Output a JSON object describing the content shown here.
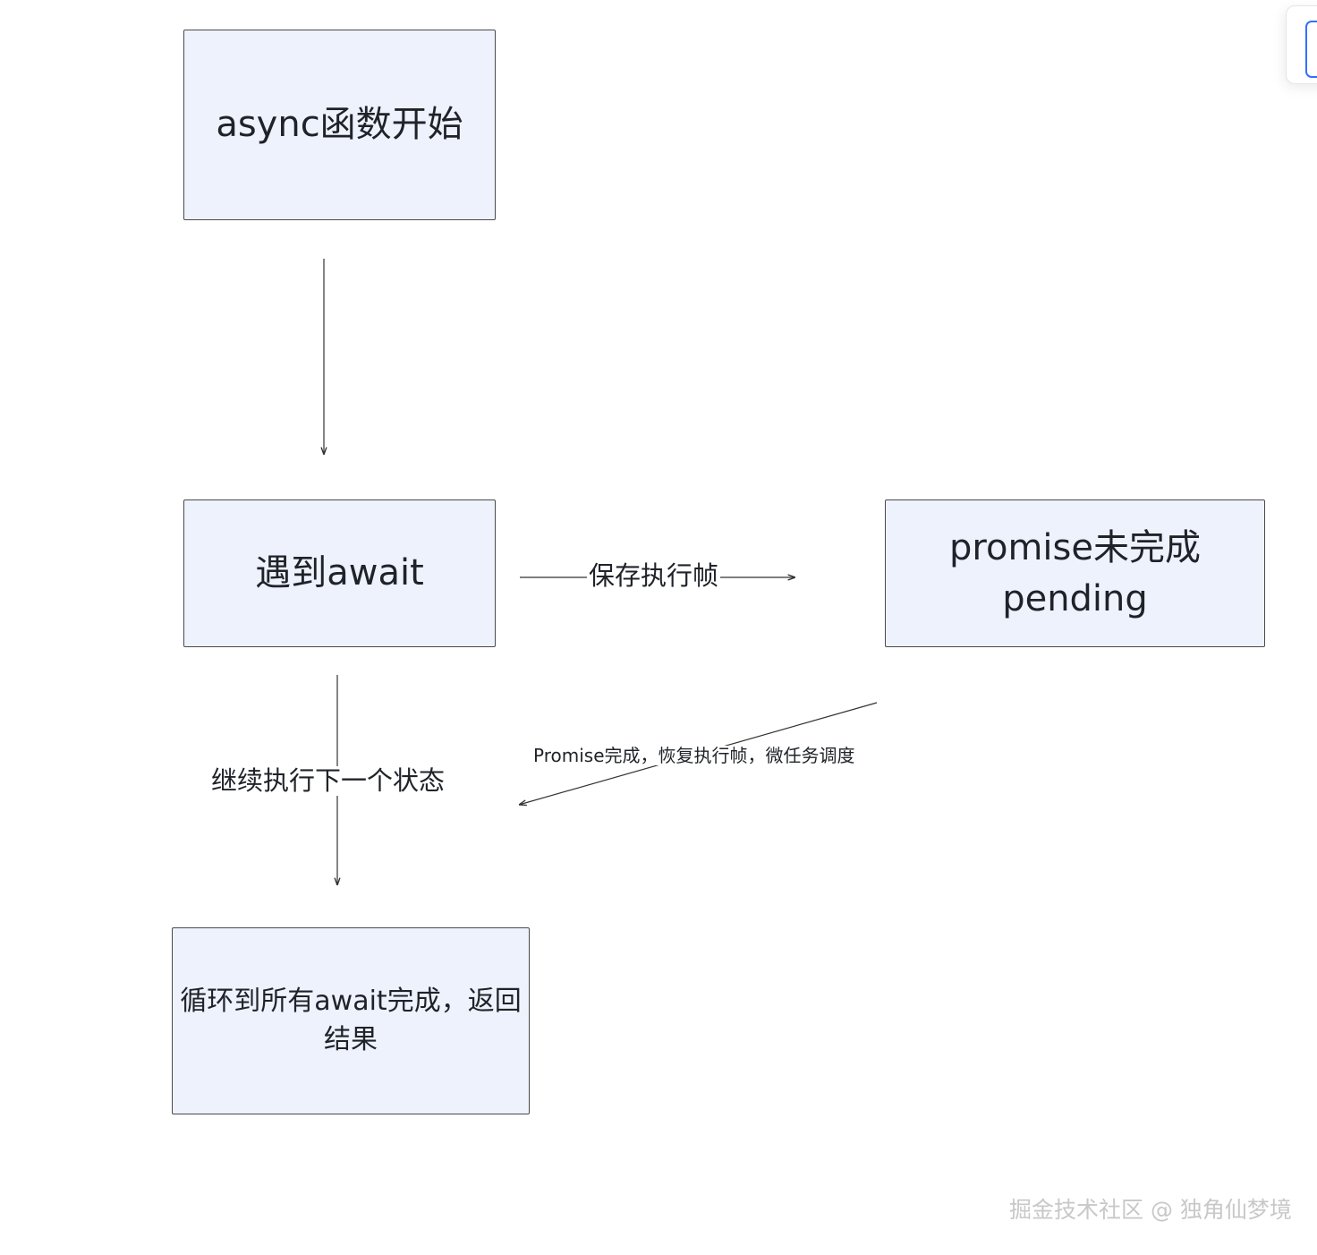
{
  "nodes": {
    "start": {
      "label": "async函数开始"
    },
    "await": {
      "label": "遇到await"
    },
    "pending": {
      "line1": "promise未完成",
      "line2": "pending"
    },
    "loop": {
      "line1": "循环到所有await完成，返回",
      "line2": "结果"
    }
  },
  "edges": {
    "save_frame": {
      "label": "保存执行帧"
    },
    "continue_next": {
      "label": "继续执行下一个状态"
    },
    "resume_frame": {
      "label": "Promise完成，恢复执行帧，微任务调度"
    }
  },
  "watermark": {
    "text": "掘金技术社区 @ 独角仙梦境"
  },
  "colors": {
    "node_fill": "#eef2fc",
    "node_border": "#4a4a4a",
    "edge": "#333333",
    "text": "#1f2329",
    "watermark": "#c8c8c8",
    "widget_accent": "#3370ff"
  }
}
